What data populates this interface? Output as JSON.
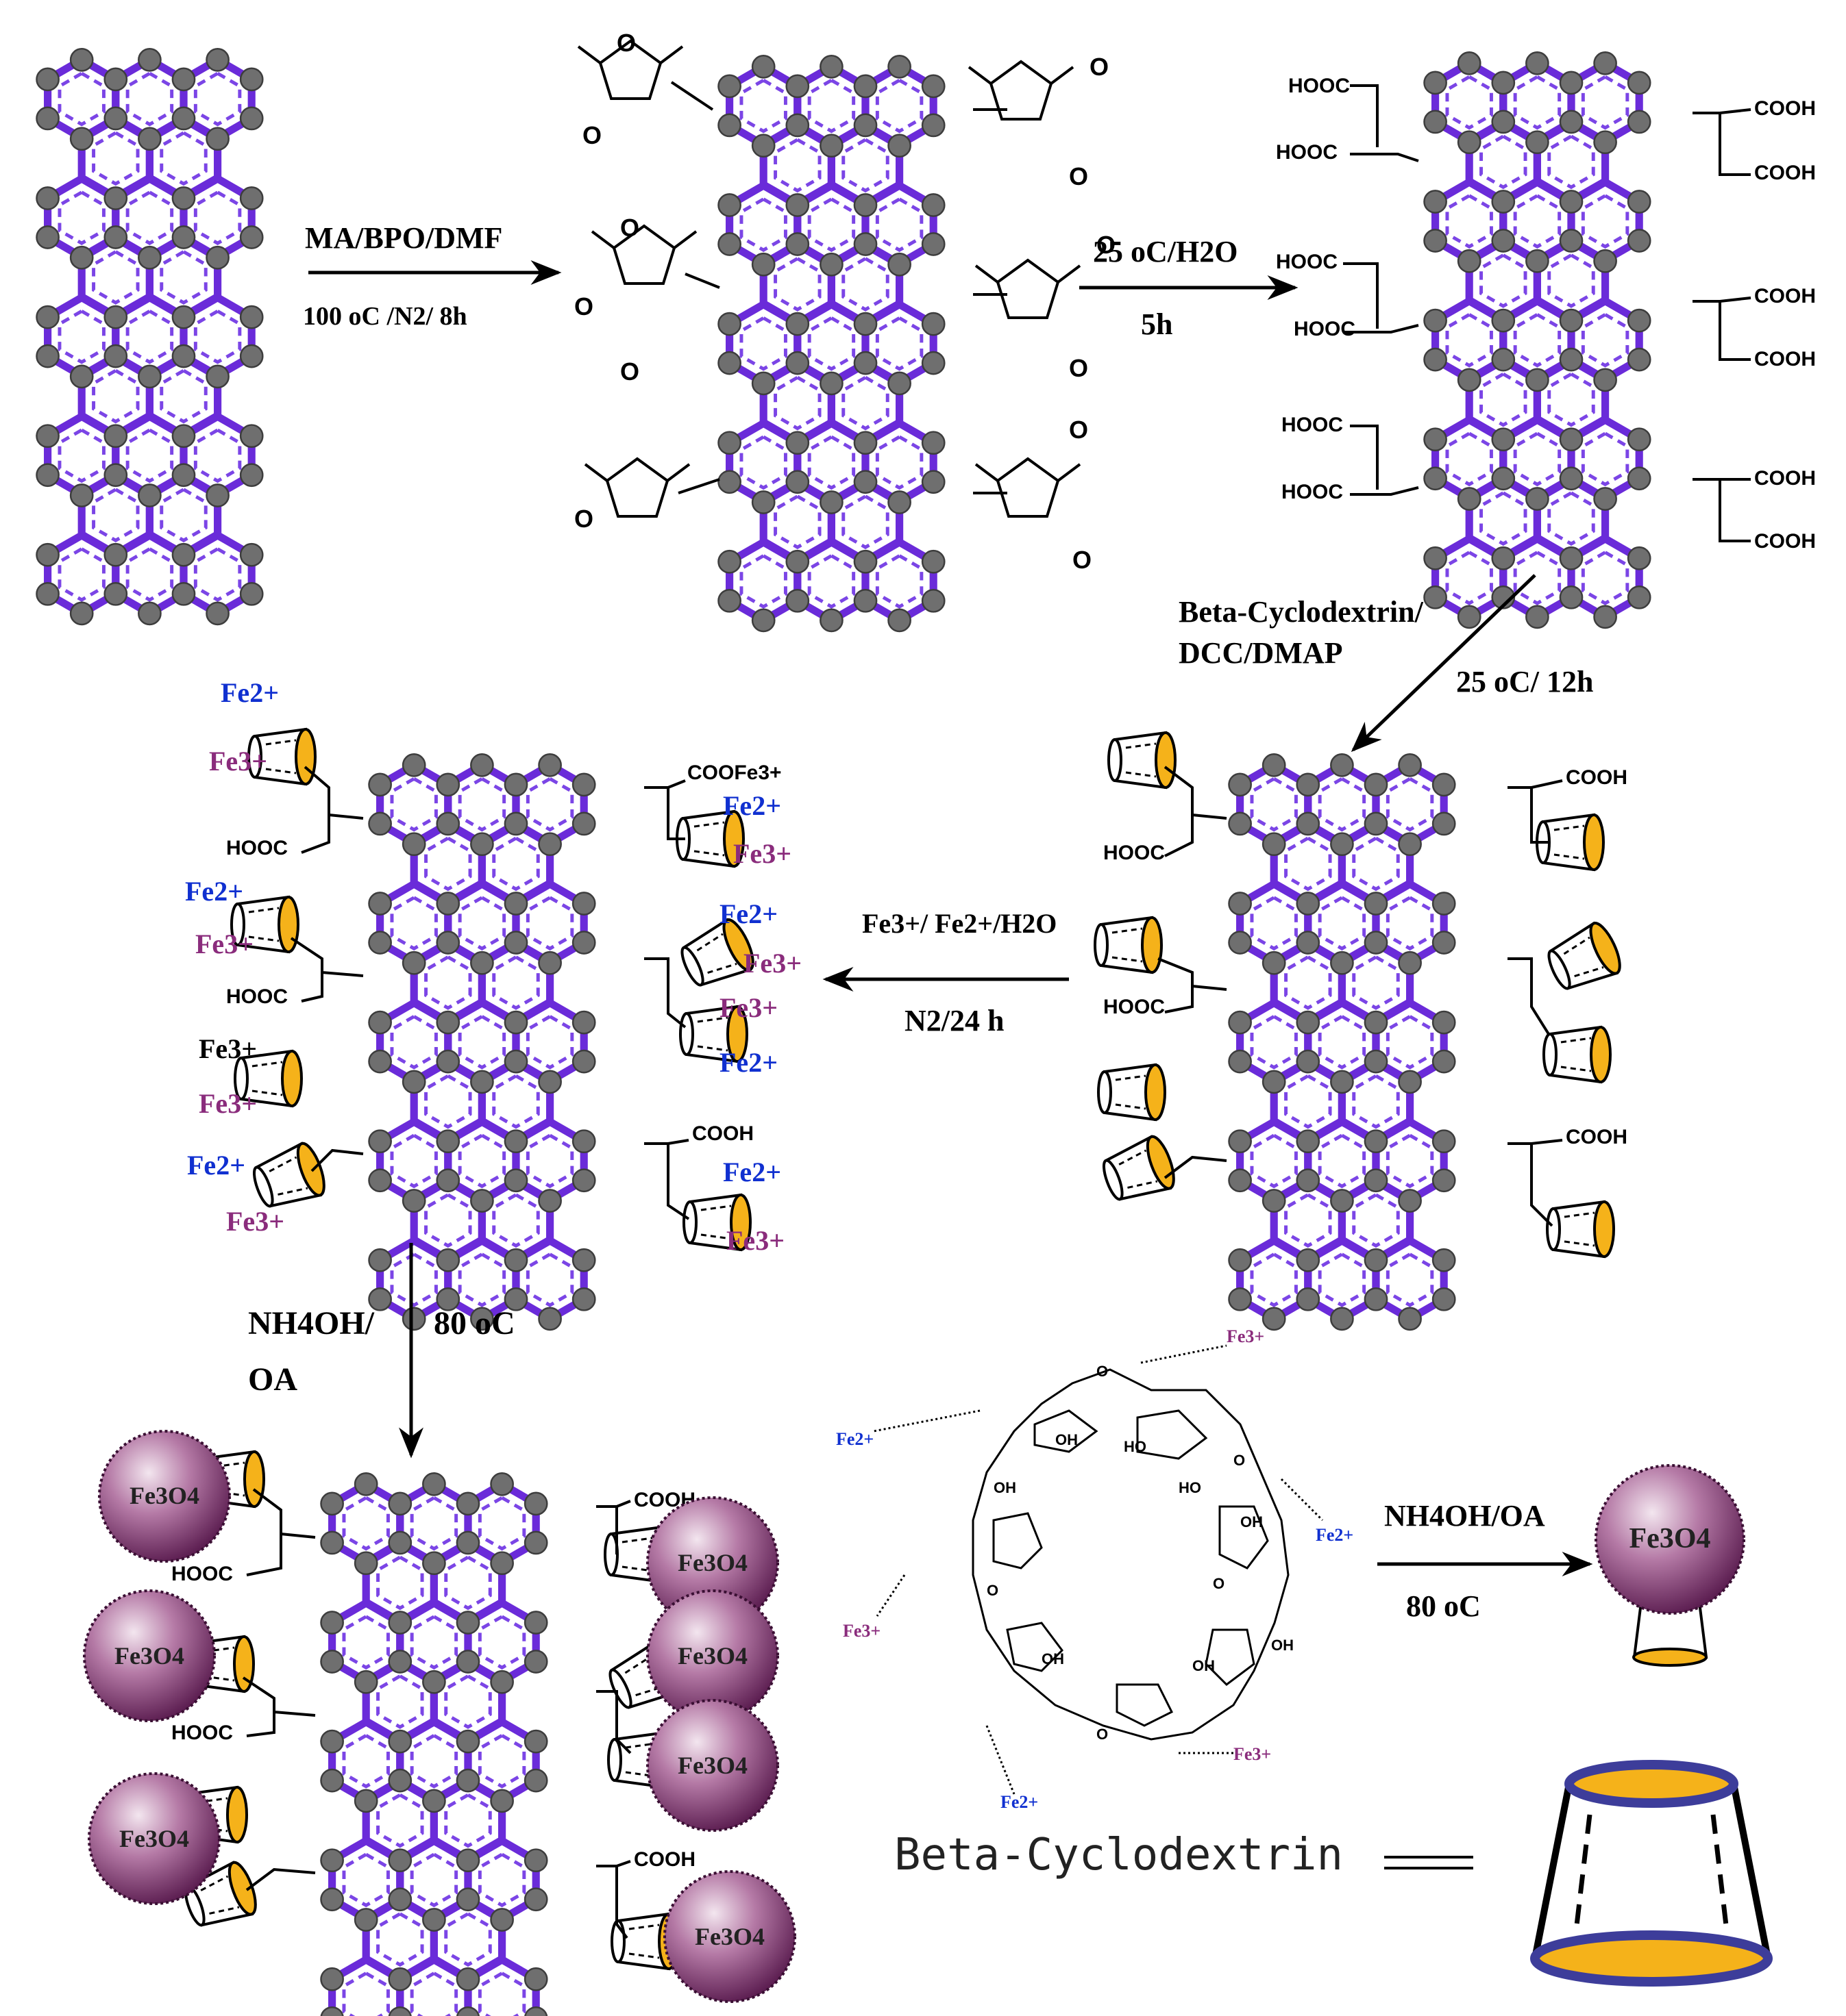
{
  "steps": {
    "s1": {
      "line1": "MA/BPO/DMF",
      "line2": "100 oC /N2/ 8h"
    },
    "s2": {
      "line1": "25 oC/H2O",
      "line2": "5h"
    },
    "s3": {
      "line1": "Beta-Cyclodextrin/",
      "line2": "DCC/DMAP",
      "line3": "25 oC/ 12h"
    },
    "s4": {
      "line1": "Fe3+/ Fe2+/H2O",
      "line2": "N2/24 h"
    },
    "s5": {
      "line1": "NH4OH/",
      "line2": "OA",
      "line3": "80 oC"
    },
    "s6": {
      "line1": "NH4OH/OA",
      "line2": "80 oC"
    }
  },
  "groups": {
    "acid_left": "HOOC",
    "acid_right": "COOH",
    "coo_fe": "COOFe3+",
    "oxygen": "O",
    "hydroxyl": "OH",
    "ho": "HO"
  },
  "ions": {
    "fe2": "Fe2+",
    "fe3": "Fe3+"
  },
  "nanoparticle": "Fe3O4",
  "legend": {
    "label": "Beta-Cyclodextrin"
  },
  "colors": {
    "bond": "#6a2bd9",
    "atom": "#6f6f6f",
    "fe2": "#1030d0",
    "fe3": "#8a2c7c",
    "sphere": "#7a2d6c",
    "cd_fill": "#f5b21a",
    "cd_rim": "#3d3d9a"
  }
}
